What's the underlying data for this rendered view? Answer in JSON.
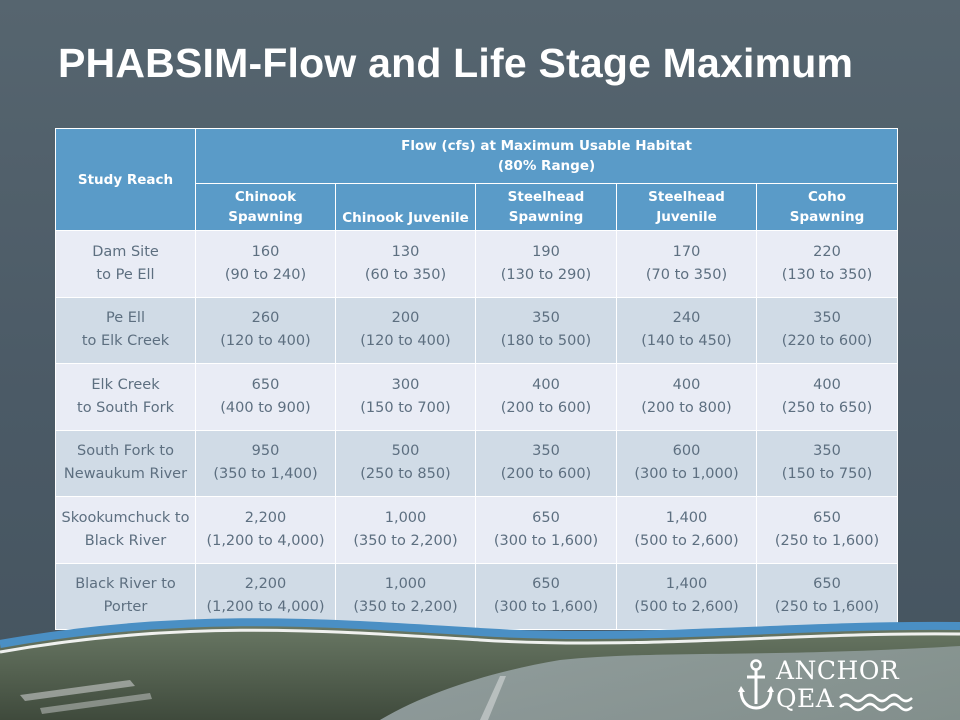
{
  "slide": {
    "title": "PHABSIM-Flow and Life Stage Maximum"
  },
  "table": {
    "study_reach_header": "Study Reach",
    "group_header_line1": "Flow (cfs) at Maximum Usable Habitat",
    "group_header_line2": "(80% Range)",
    "columns": [
      {
        "line1": "Chinook",
        "line2": "Spawning"
      },
      {
        "line1": "Chinook Juvenile",
        "line2": ""
      },
      {
        "line1": "Steelhead",
        "line2": "Spawning"
      },
      {
        "line1": "Steelhead",
        "line2": "Juvenile"
      },
      {
        "line1": "Coho",
        "line2": "Spawning"
      }
    ],
    "rows": [
      {
        "reach": [
          "Dam Site",
          "to Pe Ell"
        ],
        "cells": [
          [
            "160",
            "(90 to 240)"
          ],
          [
            "130",
            "(60 to 350)"
          ],
          [
            "190",
            "(130 to 290)"
          ],
          [
            "170",
            "(70 to 350)"
          ],
          [
            "220",
            "(130 to 350)"
          ]
        ]
      },
      {
        "reach": [
          "Pe Ell",
          "to Elk Creek"
        ],
        "cells": [
          [
            "260",
            "(120 to 400)"
          ],
          [
            "200",
            "(120 to 400)"
          ],
          [
            "350",
            "(180 to 500)"
          ],
          [
            "240",
            "(140 to 450)"
          ],
          [
            "350",
            "(220 to 600)"
          ]
        ]
      },
      {
        "reach": [
          "Elk Creek",
          "to South Fork"
        ],
        "cells": [
          [
            "650",
            "(400 to 900)"
          ],
          [
            "300",
            "(150 to 700)"
          ],
          [
            "400",
            "(200 to 600)"
          ],
          [
            "400",
            "(200 to 800)"
          ],
          [
            "400",
            "(250 to 650)"
          ]
        ]
      },
      {
        "reach": [
          "South Fork to",
          "Newaukum River"
        ],
        "cells": [
          [
            "950",
            "(350 to 1,400)"
          ],
          [
            "500",
            "(250 to 850)"
          ],
          [
            "350",
            "(200 to 600)"
          ],
          [
            "600",
            "(300 to 1,000)"
          ],
          [
            "350",
            "(150 to 750)"
          ]
        ]
      },
      {
        "reach": [
          "Skookumchuck to",
          "Black River"
        ],
        "cells": [
          [
            "2,200",
            "(1,200 to 4,000)"
          ],
          [
            "1,000",
            "(350 to 2,200)"
          ],
          [
            "650",
            "(300 to 1,600)"
          ],
          [
            "1,400",
            "(500 to 2,600)"
          ],
          [
            "650",
            "(250 to 1,600)"
          ]
        ]
      },
      {
        "reach": [
          "Black River to",
          "Porter"
        ],
        "cells": [
          [
            "2,200",
            "(1,200 to 4,000)"
          ],
          [
            "1,000",
            "(350 to 2,200)"
          ],
          [
            "650",
            "(300 to 1,600)"
          ],
          [
            "1,400",
            "(500 to 2,600)"
          ],
          [
            "650",
            "(250 to 1,600)"
          ]
        ]
      }
    ]
  },
  "logo": {
    "line1": "ANCHOR",
    "line2": "QEA"
  },
  "colors": {
    "background": "#4a5a68",
    "header": "#5a9bc8",
    "row_light": "#e9ecf5",
    "row_dark": "#d0dbe6",
    "cell_text": "#5d6f80"
  }
}
